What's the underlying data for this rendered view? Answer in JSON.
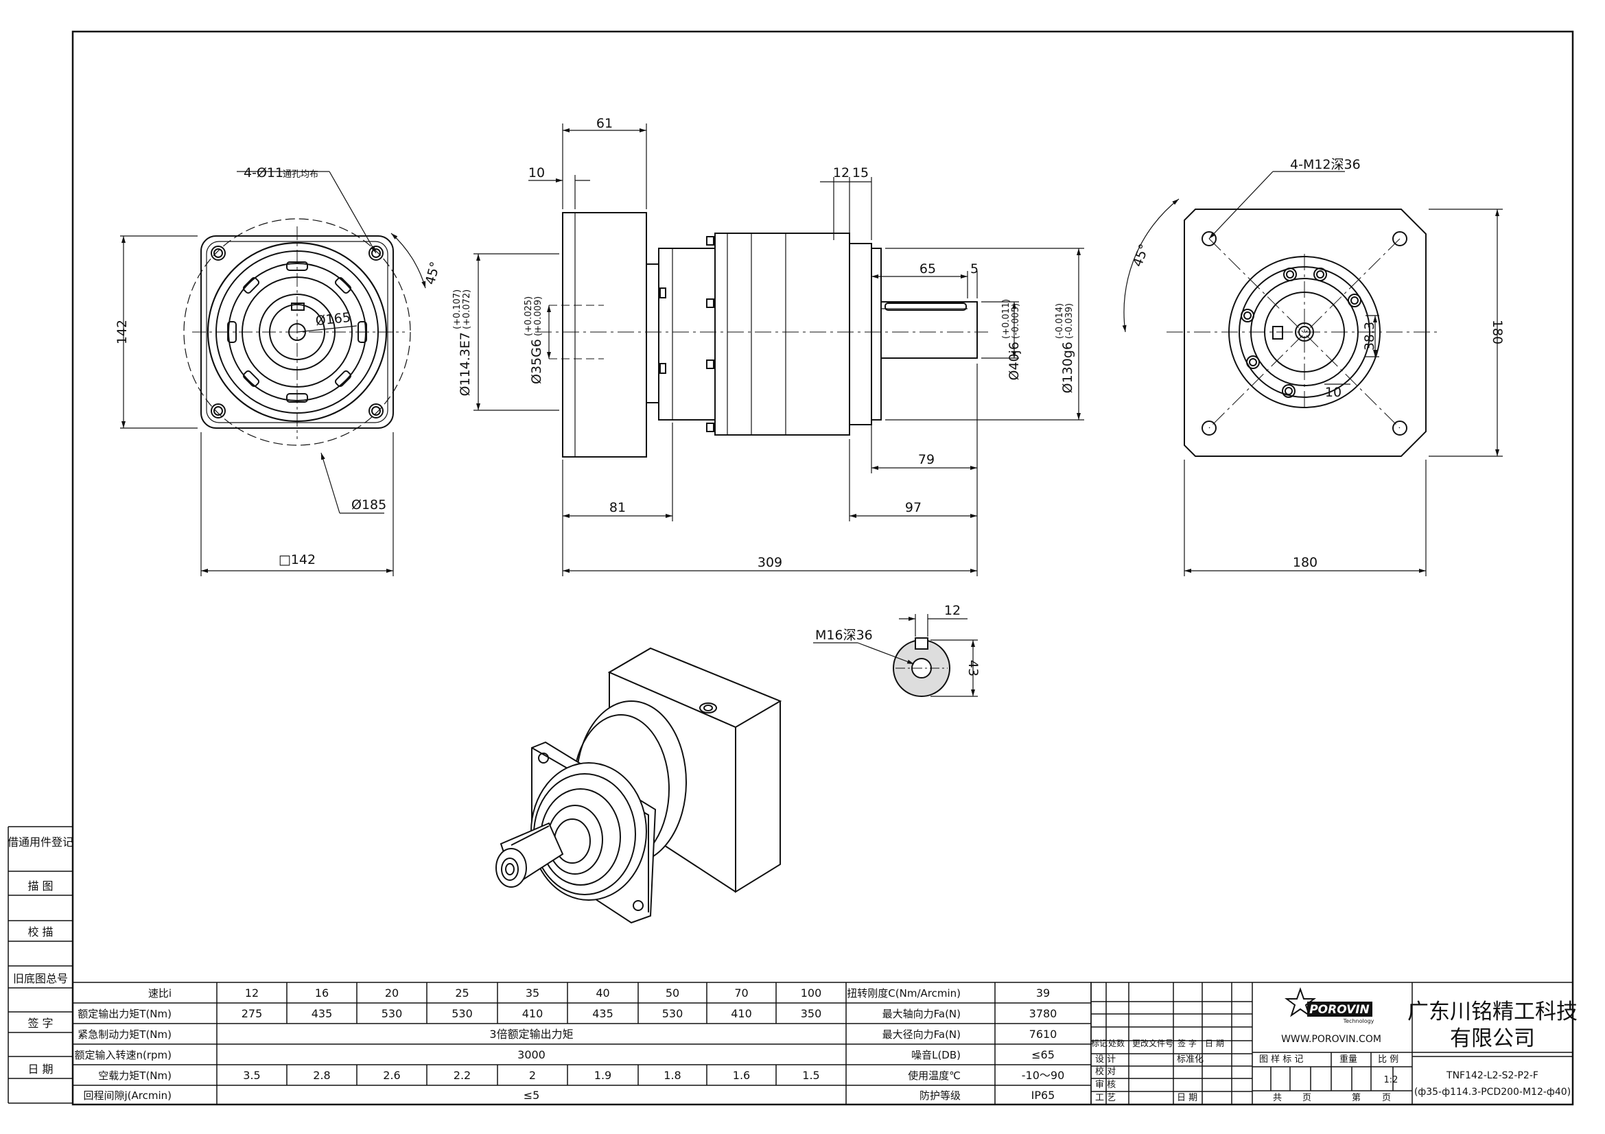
{
  "drawing": {
    "front": {
      "holes_label": "4-Ø11",
      "holes_note": "通孔均布",
      "angle": "45°",
      "pcd_label": "Ø165",
      "height_label": "142",
      "outer_label": "Ø185",
      "square_label": "□142"
    },
    "side": {
      "dim_61": "61",
      "dim_10": "10",
      "dim_12": "12",
      "dim_15": "15",
      "dim_65": "65",
      "dim_5": "5",
      "dim_79": "79",
      "dim_81": "81",
      "dim_97": "97",
      "dim_309": "309",
      "d114_main": "Ø114.3E7",
      "d114_tol_up": "(+0.107)",
      "d114_tol_dn": "(+0.072)",
      "d35_main": "Ø35G6",
      "d35_tol_up": "(+0.025)",
      "d35_tol_dn": "(+0.009)",
      "d40_main": "Ø40j6",
      "d40_tol_up": "(+0.011)",
      "d40_tol_dn": "(-0.005)",
      "d130_main": "Ø130g6",
      "d130_tol_up": "(-0.014)",
      "d130_tol_dn": "(-0.039)"
    },
    "rear": {
      "thread_label": "4-M12深36",
      "angle": "45°",
      "dim_38_3": "38.3",
      "dim_10": "10",
      "dim_180_h": "180",
      "dim_180_w": "180"
    },
    "shaft_section": {
      "thread_label": "M16深36",
      "dim_12": "12",
      "dim_43": "43"
    }
  },
  "left_strip": {
    "items": [
      "借通用件登记",
      "描 图",
      "校 描",
      "旧底图总号",
      "签 字",
      "日 期"
    ]
  },
  "spec_table": {
    "rows": [
      {
        "label": "速比i",
        "values": [
          "12",
          "16",
          "20",
          "25",
          "35",
          "40",
          "50",
          "70",
          "100"
        ],
        "r_label": "扭转刚度C(Nm/Arcmin)",
        "r_value": "39"
      },
      {
        "label": "额定输出力矩T(Nm)",
        "values": [
          "275",
          "435",
          "530",
          "530",
          "410",
          "435",
          "530",
          "410",
          "350"
        ],
        "r_label": "最大轴向力Fa(N)",
        "r_value": "3780"
      },
      {
        "label": "紧急制动力矩T(Nm)",
        "span": "3倍额定输出力矩",
        "r_label": "最大径向力Fa(N)",
        "r_value": "7610"
      },
      {
        "label": "额定输入转速n(rpm)",
        "span": "3000",
        "r_label": "噪音L(DB)",
        "r_value": "≤65"
      },
      {
        "label": "空载力矩T(Nm)",
        "values": [
          "3.5",
          "2.8",
          "2.6",
          "2.2",
          "2",
          "1.9",
          "1.8",
          "1.6",
          "1.5"
        ],
        "r_label": "使用温度℃",
        "r_value": "-10～90"
      },
      {
        "label": "回程间隙j(Arcmin)",
        "span": "≤5",
        "r_label": "防护等级",
        "r_value": "IP65"
      }
    ]
  },
  "title_block": {
    "rev_headers": [
      "标记",
      "处数",
      "更改文件号",
      "签 字",
      "日 期"
    ],
    "roles": [
      "设 计",
      "校 对",
      "审 核",
      "工 艺"
    ],
    "standardize": "标准化",
    "date_label": "日 期",
    "logo_text": "POROVIN",
    "logo_sub": "Technology",
    "website": "WWW.POROVIN.COM",
    "info_headers": [
      "图 样 标 记",
      "重量",
      "比 例"
    ],
    "scale": "1:2",
    "sheets": [
      "共",
      "页",
      "第",
      "页"
    ],
    "company_line1": "广东川铭精工科技",
    "company_line2": "有限公司",
    "model_line1": "TNF142-L2-S2-P2-F",
    "model_line2": "(ф35-ф114.3-PCD200-M12-ф40)"
  }
}
